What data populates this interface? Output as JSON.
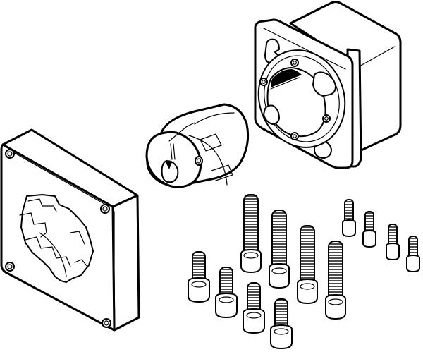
{
  "illustration": {
    "caption": "Adapter kit: adapter plate, jaw coupling, flange housing and mounting screws",
    "line_color": "#000000",
    "background_color": "#ffffff",
    "parts": [
      {
        "id": "adapter-plate",
        "label": "Square adapter plate with 4 corner holes and central jaw-shaped opening"
      },
      {
        "id": "jaw-coupling",
        "label": "Jaw coupling hub with clamping slot and set-screw"
      },
      {
        "id": "flange-housing",
        "label": "Square flange housing with circular bore and 4 bolt holes"
      },
      {
        "id": "screws-large",
        "label": "Socket head cap screws, long (4)"
      },
      {
        "id": "screws-medium",
        "label": "Socket head cap screws, short (4)"
      },
      {
        "id": "screws-small",
        "label": "Socket head cap screws, small (4)"
      }
    ],
    "screw_count": 12
  }
}
